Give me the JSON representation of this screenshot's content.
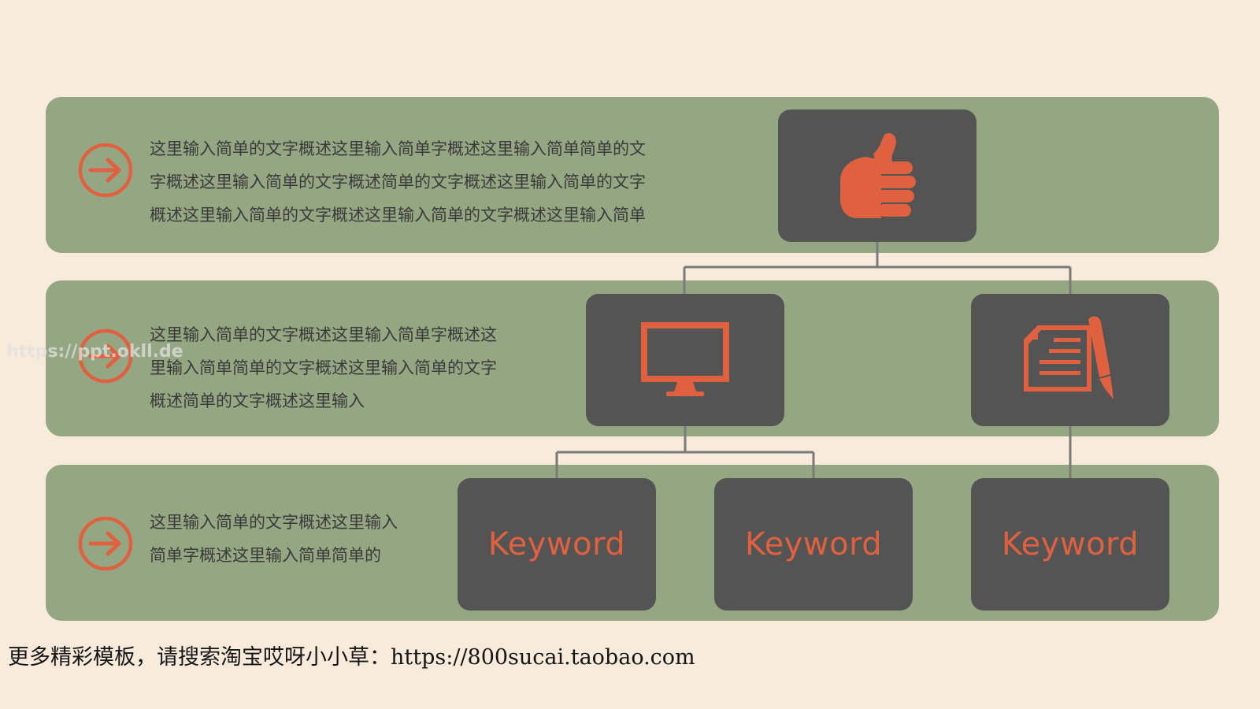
{
  "rows": [
    {
      "text": "这里输入简单的文字概述这里输入简单字概述这里输入简单简单的文\n字概述这里输入简单的文字概述简单的文字概述这里输入简单的文字\n概述这里输入简单的文字概述这里输入简单的文字概述这里输入简单",
      "icon": "arrow-right-circle-icon"
    },
    {
      "text": "这里输入简单的文字概述这里输入简单字概述这\n里输入简单简单的文字概述这里输入简单的文字\n概述简单的文字概述这里输入",
      "icon": "arrow-right-circle-icon"
    },
    {
      "text": "这里输入简单的文字概述这里输入\n简单字概述这里输入简单简单的",
      "icon": "arrow-right-circle-icon"
    }
  ],
  "tree": {
    "top": {
      "icon": "thumbs-up-icon"
    },
    "middle": [
      {
        "icon": "monitor-icon"
      },
      {
        "icon": "document-pen-icon"
      }
    ],
    "bottom": [
      {
        "label": "Keyword"
      },
      {
        "label": "Keyword"
      },
      {
        "label": "Keyword"
      }
    ]
  },
  "watermark": "https://ppt.okll.de",
  "footer": "更多精彩模板，请搜索淘宝哎呀小小草：https://800sucai.taobao.com",
  "colors": {
    "background": "#f8ebdc",
    "band": "#95a683",
    "node": "#545454",
    "accent": "#e0613f",
    "connector": "#7a7a7a"
  }
}
